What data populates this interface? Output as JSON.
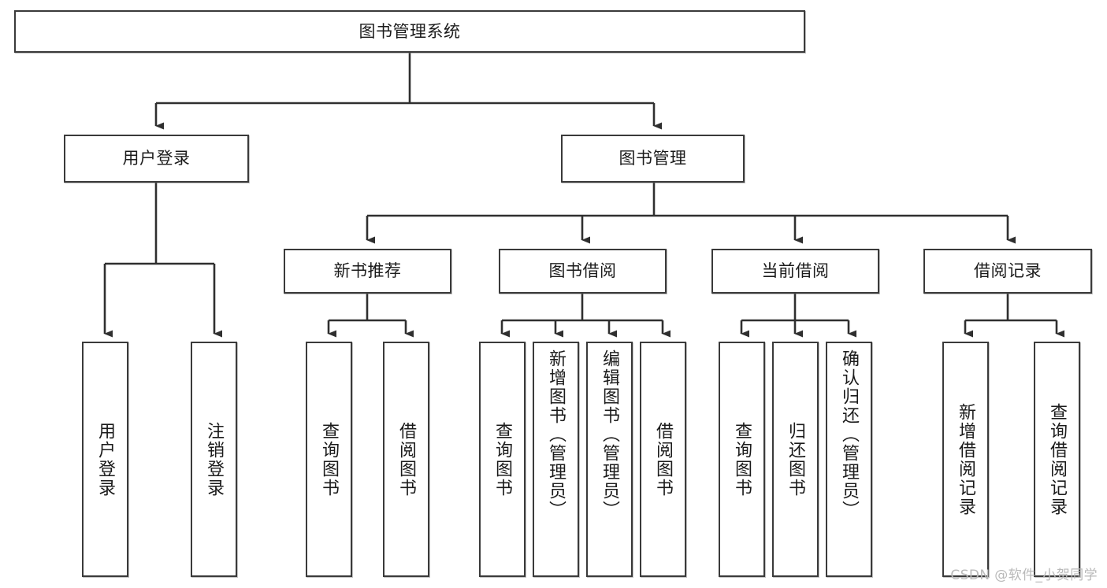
{
  "diagram": {
    "title": "图书管理系统",
    "type": "tree-hierarchy",
    "watermark": "CSDN @软件_小贺同学",
    "colors": {
      "box_border": "#3a3a3a",
      "box_fill": "#ffffff",
      "edge": "#2f2f2f",
      "text": "#1b1b1b",
      "watermark": "#b9b9b9"
    },
    "root": {
      "id": "root",
      "label": "图书管理系统"
    },
    "level2": [
      {
        "id": "user-login",
        "label": "用户登录"
      },
      {
        "id": "book-manage",
        "label": "图书管理"
      }
    ],
    "level3": [
      {
        "id": "new-book-rec",
        "label": "新书推荐"
      },
      {
        "id": "book-borrow",
        "label": "图书借阅"
      },
      {
        "id": "current-borrow",
        "label": "当前借阅"
      },
      {
        "id": "borrow-record",
        "label": "借阅记录"
      }
    ],
    "leaves": [
      {
        "id": "leaf-user-login",
        "label": "用户登录",
        "parent": "user-login"
      },
      {
        "id": "leaf-logout-login",
        "label": "注销登录",
        "parent": "user-login"
      },
      {
        "id": "leaf-query-book-1",
        "label": "查询图书",
        "parent": "new-book-rec"
      },
      {
        "id": "leaf-borrow-book-1",
        "label": "借阅图书",
        "parent": "new-book-rec"
      },
      {
        "id": "leaf-query-book-2",
        "label": "查询图书",
        "parent": "book-borrow"
      },
      {
        "id": "leaf-add-book",
        "label": "新增图书（管理员）",
        "parent": "book-borrow"
      },
      {
        "id": "leaf-edit-book",
        "label": "编辑图书（管理员）",
        "parent": "book-borrow"
      },
      {
        "id": "leaf-borrow-book-2",
        "label": "借阅图书",
        "parent": "book-borrow"
      },
      {
        "id": "leaf-query-book-3",
        "label": "查询图书",
        "parent": "current-borrow"
      },
      {
        "id": "leaf-return-book",
        "label": "归还图书",
        "parent": "current-borrow"
      },
      {
        "id": "leaf-confirm-return",
        "label": "确认归还（管理员）",
        "parent": "current-borrow"
      },
      {
        "id": "leaf-add-record",
        "label": "新增借阅记录",
        "parent": "borrow-record"
      },
      {
        "id": "leaf-query-record",
        "label": "查询借阅记录",
        "parent": "borrow-record"
      }
    ]
  }
}
